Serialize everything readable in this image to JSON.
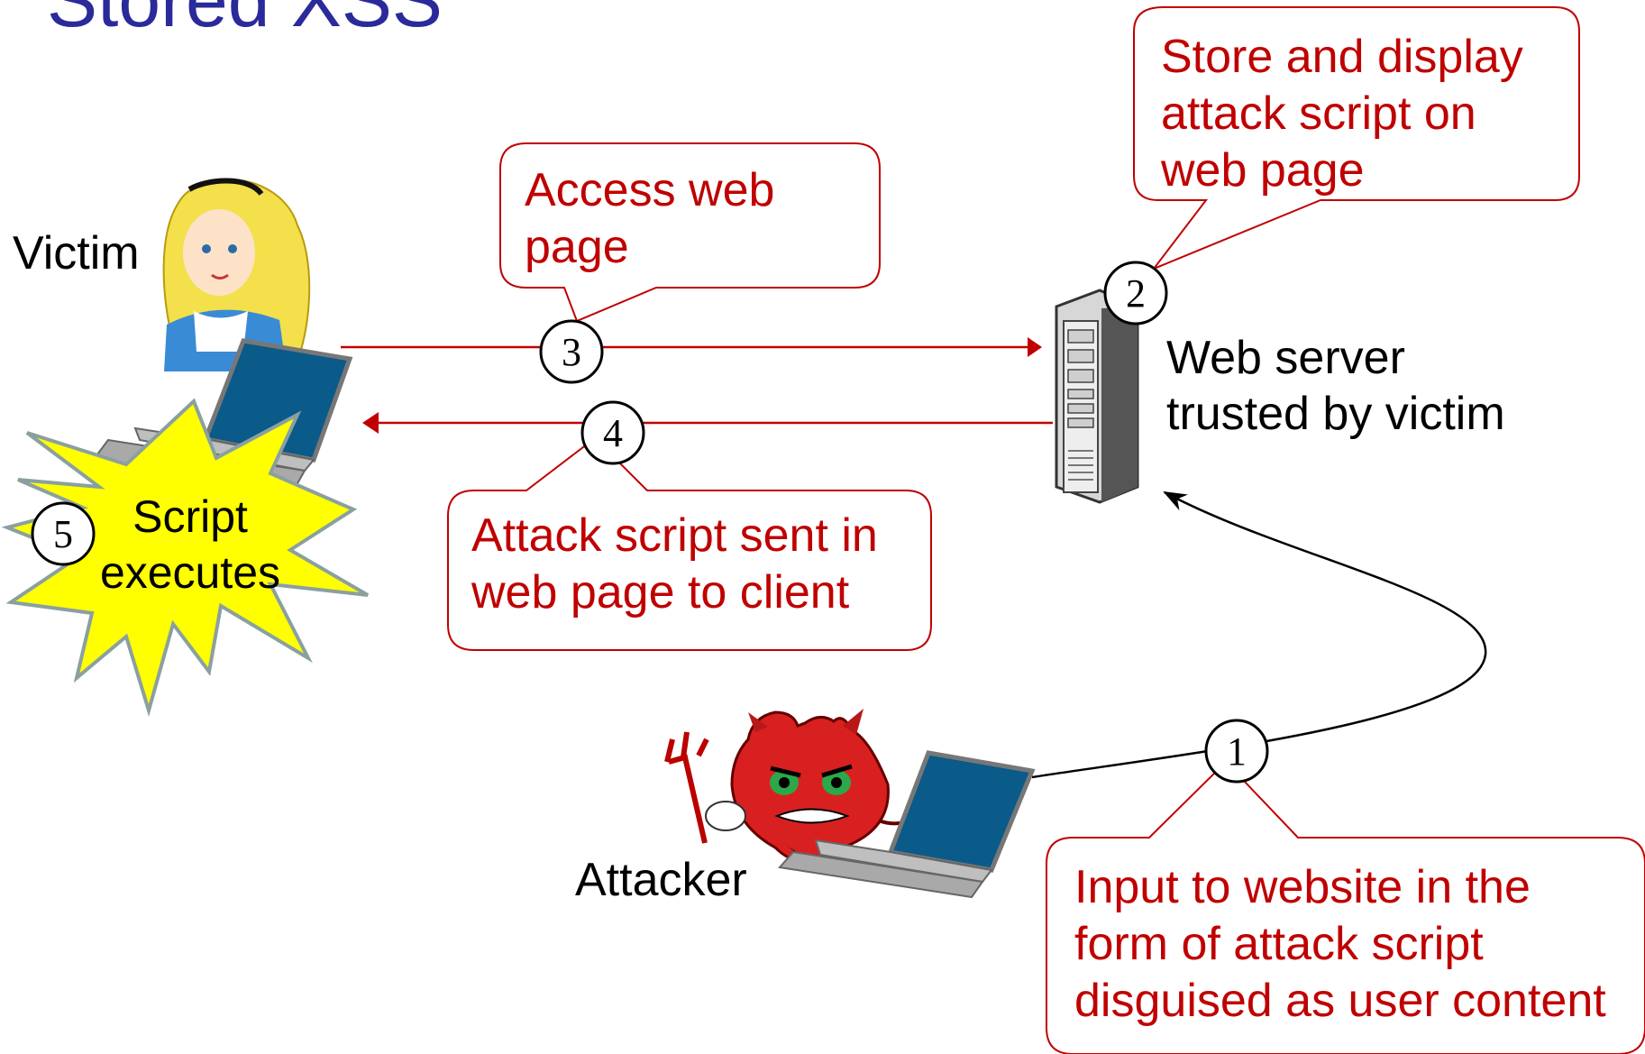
{
  "title": "Stored XSS",
  "actors": {
    "victim": "Victim",
    "attacker": "Attacker",
    "server": "Web server\ntrusted by victim"
  },
  "steps": [
    {
      "num": "1",
      "text": "Input to website in the\nform of attack script\ndisguised as user content"
    },
    {
      "num": "2",
      "text": "Store and display\nattack script on\nweb page"
    },
    {
      "num": "3",
      "text": "Access web\npage"
    },
    {
      "num": "4",
      "text": "Attack script sent in\nweb page to client"
    },
    {
      "num": "5",
      "text": "Script\nexecutes"
    }
  ],
  "colors": {
    "title": "#2b2a9a",
    "callout": "#c00000",
    "burst_fill": "#ffff00",
    "burst_outline": "#8aa0a0"
  },
  "icons": [
    "victim-girl-icon",
    "laptop-icon",
    "server-tower-icon",
    "devil-icon"
  ]
}
